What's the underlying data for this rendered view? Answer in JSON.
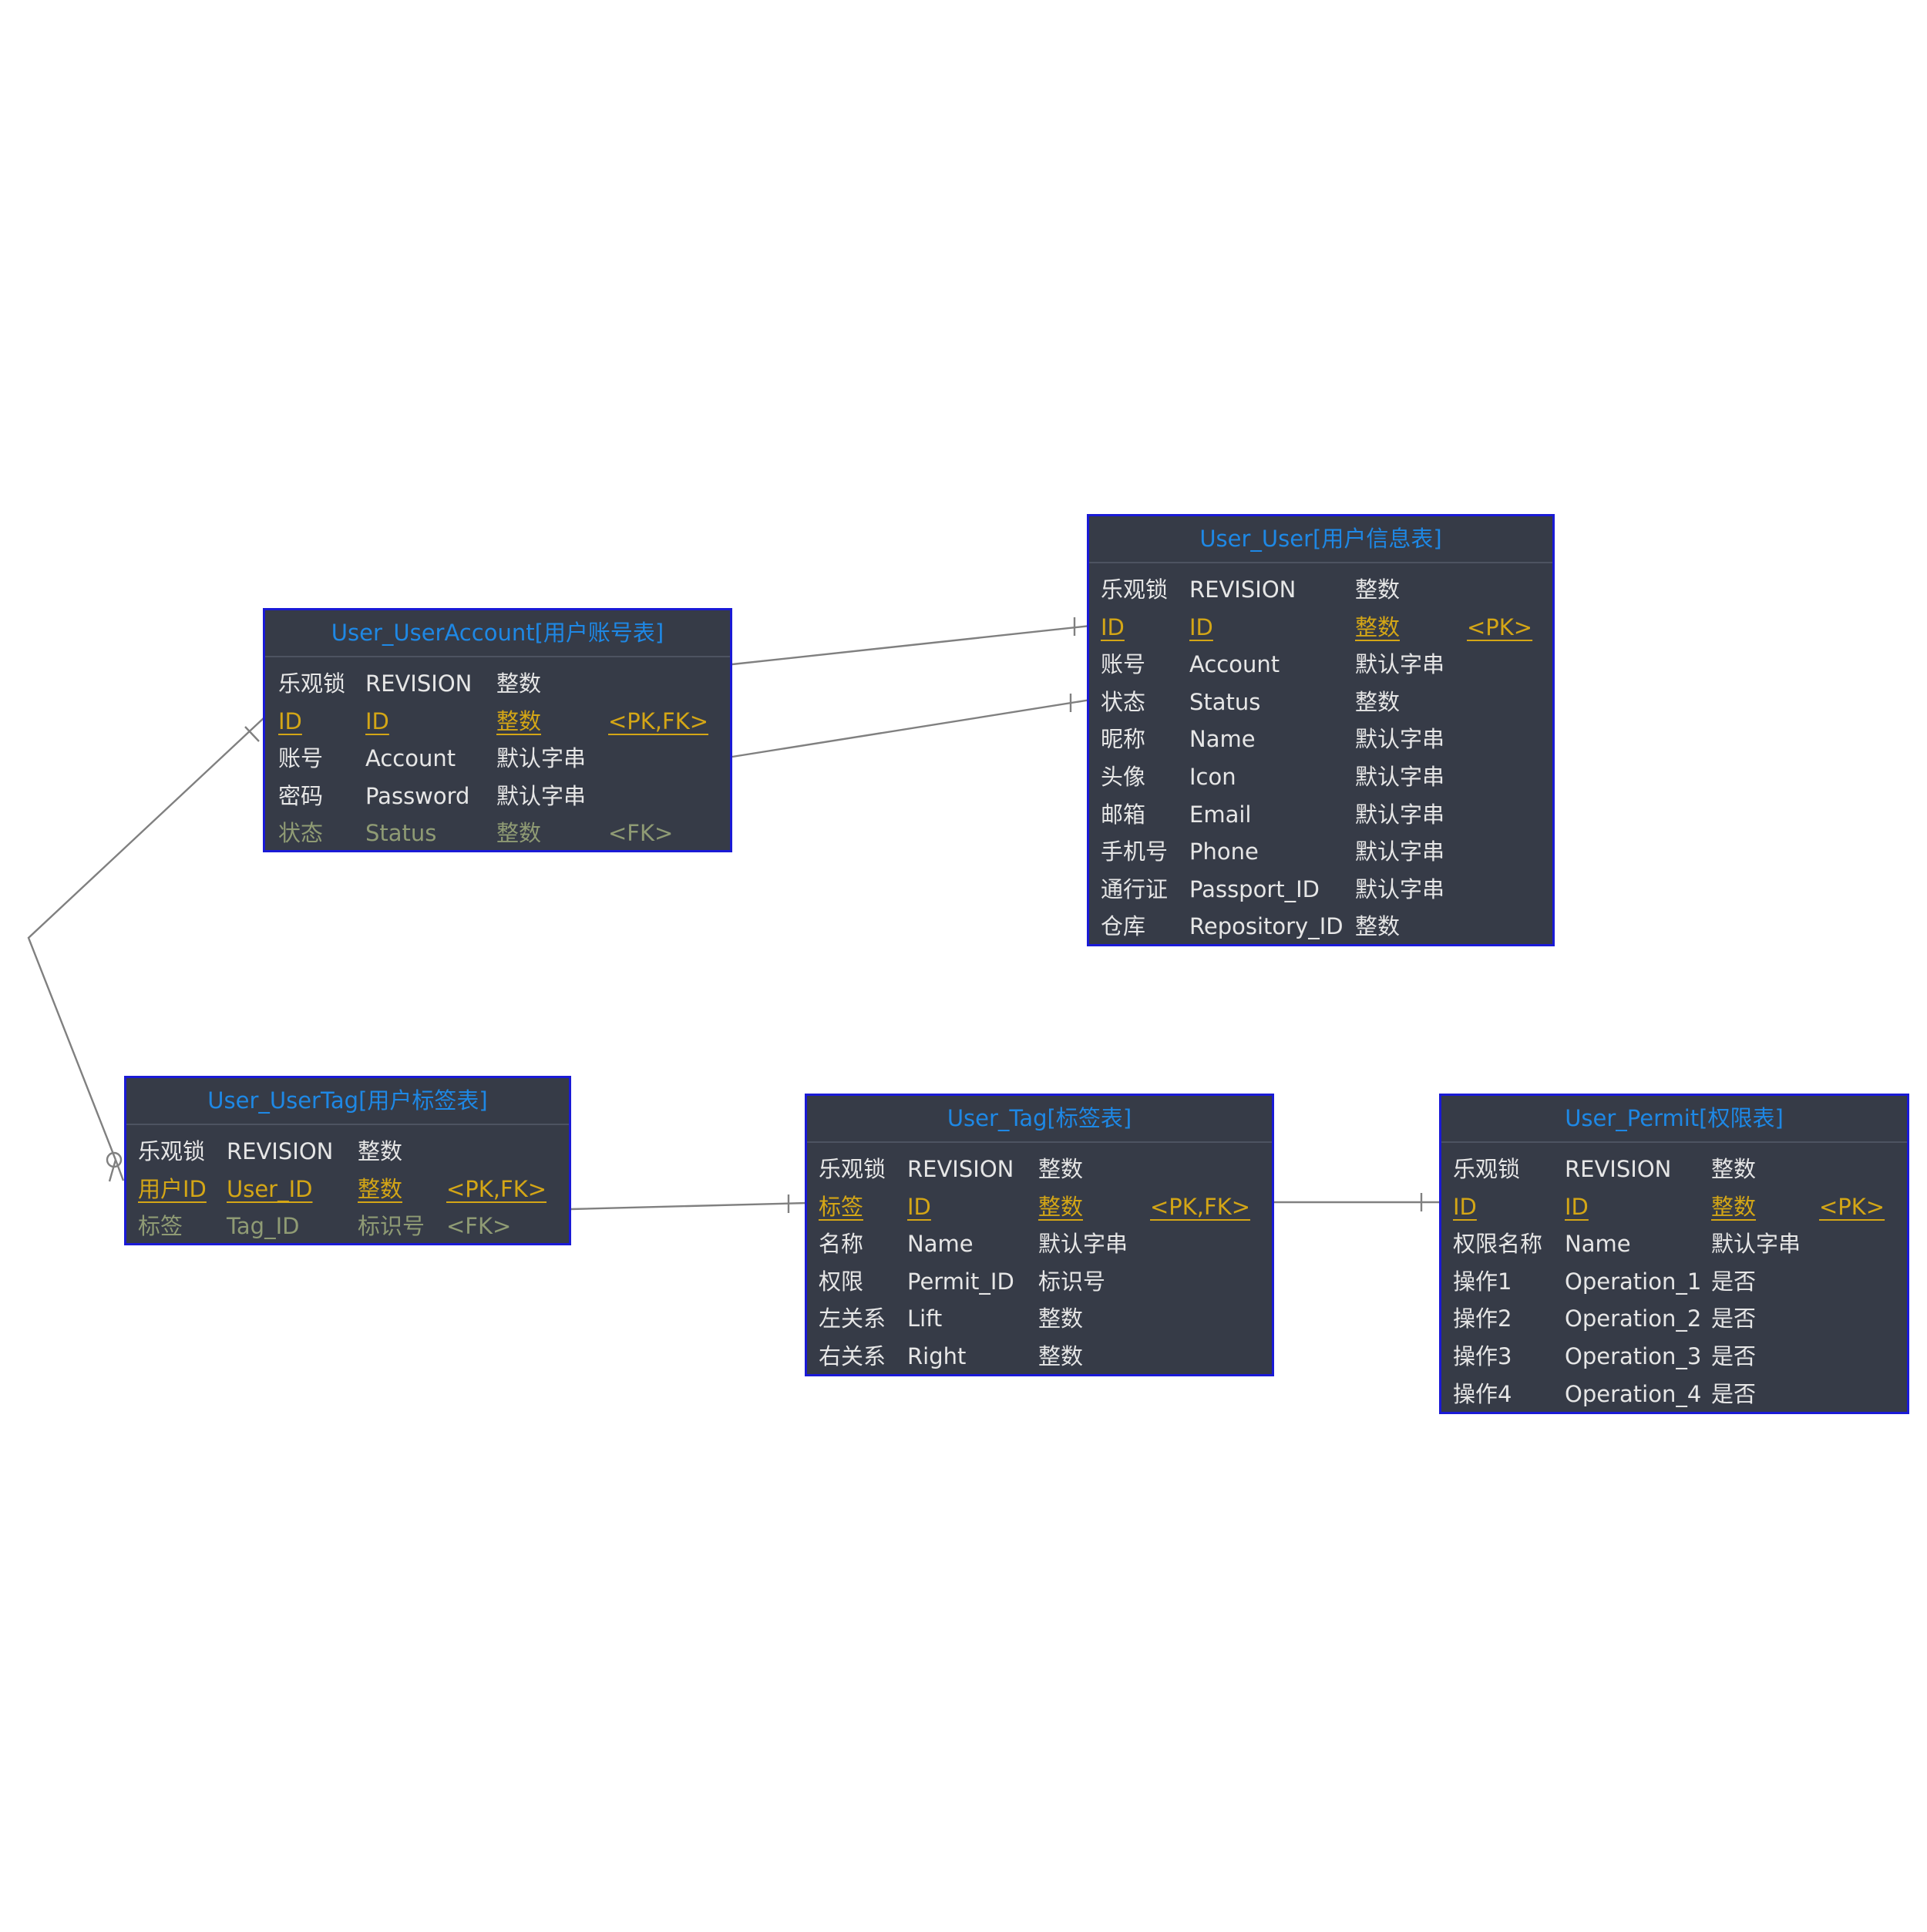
{
  "colors": {
    "background": "#ffffff",
    "entity_fill": "#363b47",
    "entity_border": "#1a1ad6",
    "title_text": "#1e88e5",
    "normal_text": "#e6e6e6",
    "pk_text": "#d4a616",
    "fk_text": "#8f9b74",
    "connector": "#808080"
  },
  "entities": {
    "user_account": {
      "title": "User_UserAccount[用户账号表]",
      "rows": [
        {
          "label": "乐观锁",
          "field": "REVISION",
          "type": "整数",
          "key": ""
        },
        {
          "label": "ID",
          "field": "ID",
          "type": "整数",
          "key": "<PK,FK>"
        },
        {
          "label": "账号",
          "field": "Account",
          "type": "默认字串",
          "key": ""
        },
        {
          "label": "密码",
          "field": "Password",
          "type": "默认字串",
          "key": ""
        },
        {
          "label": "状态",
          "field": "Status",
          "type": "整数",
          "key": "<FK>"
        }
      ]
    },
    "user": {
      "title": "User_User[用户信息表]",
      "rows": [
        {
          "label": "乐观锁",
          "field": "REVISION",
          "type": "整数",
          "key": ""
        },
        {
          "label": "ID",
          "field": "ID",
          "type": "整数",
          "key": "<PK>"
        },
        {
          "label": "账号",
          "field": "Account",
          "type": "默认字串",
          "key": ""
        },
        {
          "label": "状态",
          "field": "Status",
          "type": "整数",
          "key": ""
        },
        {
          "label": "昵称",
          "field": "Name",
          "type": "默认字串",
          "key": ""
        },
        {
          "label": "头像",
          "field": "Icon",
          "type": "默认字串",
          "key": ""
        },
        {
          "label": "邮箱",
          "field": "Email",
          "type": "默认字串",
          "key": ""
        },
        {
          "label": "手机号",
          "field": "Phone",
          "type": "默认字串",
          "key": ""
        },
        {
          "label": "通行证",
          "field": "Passport_ID",
          "type": "默认字串",
          "key": ""
        },
        {
          "label": "仓库",
          "field": "Repository_ID",
          "type": "整数",
          "key": ""
        }
      ]
    },
    "user_tag": {
      "title": "User_UserTag[用户标签表]",
      "rows": [
        {
          "label": "乐观锁",
          "field": "REVISION",
          "type": "整数",
          "key": ""
        },
        {
          "label": "用户ID",
          "field": "User_ID",
          "type": "整数",
          "key": "<PK,FK>"
        },
        {
          "label": "标签",
          "field": "Tag_ID",
          "type": "标识号",
          "key": "<FK>"
        }
      ]
    },
    "tag": {
      "title": "User_Tag[标签表]",
      "rows": [
        {
          "label": "乐观锁",
          "field": "REVISION",
          "type": "整数",
          "key": ""
        },
        {
          "label": "标签",
          "field": "ID",
          "type": "整数",
          "key": "<PK,FK>"
        },
        {
          "label": "名称",
          "field": "Name",
          "type": "默认字串",
          "key": ""
        },
        {
          "label": "权限",
          "field": "Permit_ID",
          "type": "标识号",
          "key": ""
        },
        {
          "label": "左关系",
          "field": "Lift",
          "type": "整数",
          "key": ""
        },
        {
          "label": "右关系",
          "field": "Right",
          "type": "整数",
          "key": ""
        }
      ]
    },
    "permit": {
      "title": "User_Permit[权限表]",
      "rows": [
        {
          "label": "乐观锁",
          "field": "REVISION",
          "type": "整数",
          "key": ""
        },
        {
          "label": "ID",
          "field": "ID",
          "type": "整数",
          "key": "<PK>"
        },
        {
          "label": "权限名称",
          "field": "Name",
          "type": "默认字串",
          "key": ""
        },
        {
          "label": "操作1",
          "field": "Operation_1",
          "type": "是否",
          "key": ""
        },
        {
          "label": "操作2",
          "field": "Operation_2",
          "type": "是否",
          "key": ""
        },
        {
          "label": "操作3",
          "field": "Operation_3",
          "type": "是否",
          "key": ""
        },
        {
          "label": "操作4",
          "field": "Operation_4",
          "type": "是否",
          "key": ""
        }
      ]
    }
  }
}
